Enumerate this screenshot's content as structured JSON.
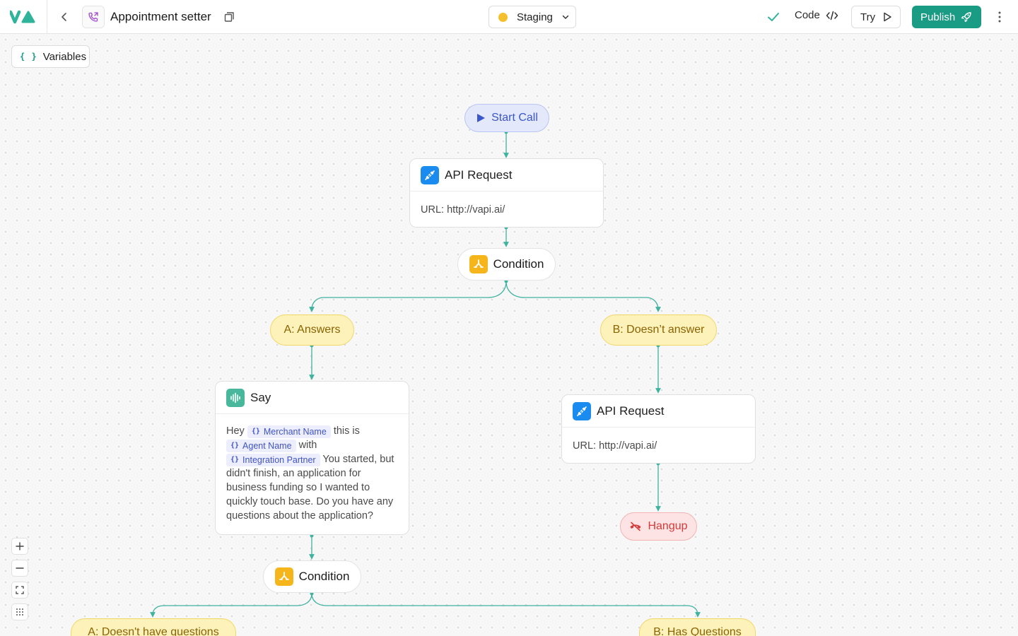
{
  "header": {
    "title": "Appointment setter",
    "environment": "Staging",
    "environment_color": "#f5c02e",
    "code_label": "Code",
    "try_label": "Try",
    "publish_label": "Publish"
  },
  "toolbar": {
    "variables_label": "Variables"
  },
  "flow": {
    "start": {
      "label": "Start Call"
    },
    "api_request_1": {
      "title": "API Request",
      "url": "URL: http://vapi.ai/"
    },
    "condition_1": {
      "label": "Condition"
    },
    "branch_a1": {
      "label": "A: Answers"
    },
    "branch_b1": {
      "label": "B: Doesn’t answer"
    },
    "say": {
      "title": "Say",
      "text_1": "Hey",
      "var_1": "Merchant Name",
      "text_2": "this is",
      "var_2": "Agent Name",
      "text_3": "with",
      "var_3": "Integration Partner",
      "text_4": "You started, but didn't finish, an application for business funding so I wanted to quickly touch base. Do you have any questions about the application?"
    },
    "api_request_2": {
      "title": "API Request",
      "url": "URL: http://vapi.ai/"
    },
    "hangup": {
      "label": "Hangup"
    },
    "condition_2": {
      "label": "Condition"
    },
    "branch_a2": {
      "label": "A: Doesn't have questions"
    },
    "branch_b2": {
      "label": "B: Has Questions"
    }
  },
  "colors": {
    "brand": "#1a9b84",
    "edge": "#3fb3a0",
    "api_icon": "#1a8cf0",
    "condition_icon": "#f6b51b",
    "say_icon": "#48b79b"
  },
  "icons": {
    "logo": "vapi-logo",
    "back": "chevron-left-icon",
    "phone": "phone-icon",
    "copy": "copy-icon",
    "check": "check-icon",
    "code": "code-icon",
    "try": "play-icon",
    "publish": "rocket-icon",
    "more": "more-vertical-icon"
  }
}
